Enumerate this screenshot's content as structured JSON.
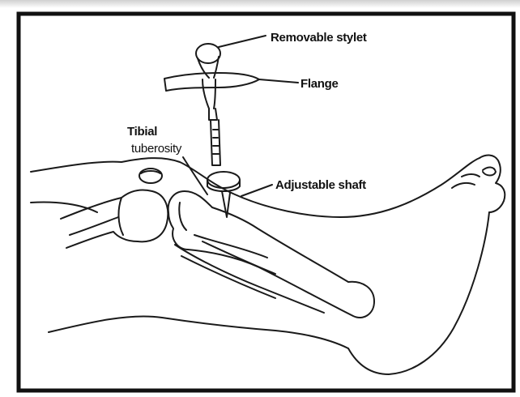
{
  "diagram": {
    "labels": {
      "removable_stylet": "Removable stylet",
      "flange": "Flange",
      "tibial": "Tibial",
      "tuberosity": "tuberosity",
      "adjustable_shaft": "Adjustable shaft"
    },
    "colors": {
      "border": "#111111",
      "line": "#1a1a1a",
      "background": "#ffffff"
    }
  }
}
